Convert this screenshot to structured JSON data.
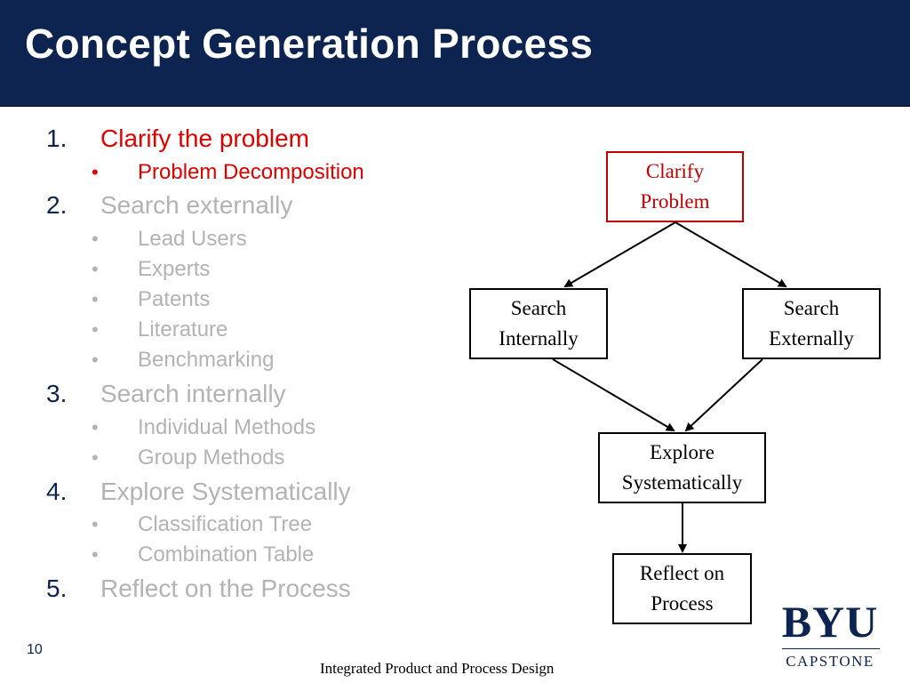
{
  "header": {
    "title": "Concept Generation Process"
  },
  "outline": [
    {
      "num": "1.",
      "label": "Clarify the problem",
      "state": "active",
      "subs": [
        {
          "bullet": "•",
          "label": "Problem Decomposition"
        }
      ]
    },
    {
      "num": "2.",
      "label": "Search externally",
      "state": "inactive",
      "subs": [
        {
          "bullet": "•",
          "label": "Lead Users"
        },
        {
          "bullet": "•",
          "label": "Experts"
        },
        {
          "bullet": "•",
          "label": "Patents"
        },
        {
          "bullet": "•",
          "label": "Literature"
        },
        {
          "bullet": "•",
          "label": "Benchmarking"
        }
      ]
    },
    {
      "num": "3.",
      "label": "Search internally",
      "state": "inactive",
      "subs": [
        {
          "bullet": "•",
          "label": "Individual Methods"
        },
        {
          "bullet": "•",
          "label": "Group Methods"
        }
      ]
    },
    {
      "num": "4.",
      "label": "Explore Systematically",
      "state": "inactive",
      "subs": [
        {
          "bullet": "•",
          "label": "Classification Tree"
        },
        {
          "bullet": "•",
          "label": "Combination Table"
        }
      ]
    },
    {
      "num": "5.",
      "label": "Reflect on the Process",
      "state": "inactive",
      "subs": []
    }
  ],
  "flow": {
    "clarify": {
      "line1": "Clarify",
      "line2": "Problem"
    },
    "search_internally": {
      "line1": "Search",
      "line2": "Internally"
    },
    "search_externally": {
      "line1": "Search",
      "line2": "Externally"
    },
    "explore": {
      "line1": "Explore",
      "line2": "Systematically"
    },
    "reflect": {
      "line1": "Reflect on",
      "line2": "Process"
    }
  },
  "footer": {
    "slide_number": "10",
    "text": "Integrated Product and Process Design"
  },
  "logo": {
    "wordmark": "BYU",
    "subtitle": "CAPSTONE"
  },
  "colors": {
    "header_bg": "#0d2350",
    "active": "#e00000",
    "inactive": "#b3b3b3",
    "flow_highlight": "#c00000"
  }
}
